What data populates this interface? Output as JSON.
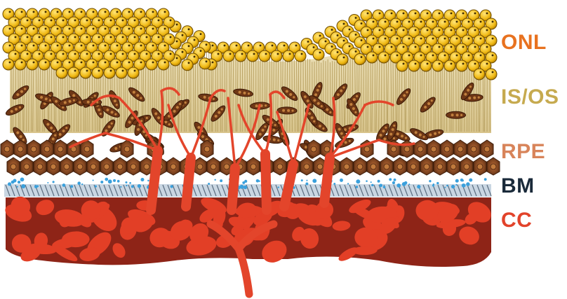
{
  "labels": {
    "onl": "ONL",
    "isos": "IS/OS",
    "rpe": "RPE",
    "bm": "BM",
    "cc": "CC"
  },
  "colors": {
    "onl": "#e8721f",
    "isos": "#c6aa4f",
    "rpe": "#d8845a",
    "bm": "#1a2a3a",
    "cc": "#e2432a",
    "nucleus": "#f2c21c",
    "rod": "#d9c99a",
    "rpe_cell": "#8a4a25",
    "bm_band": "#9ab0c4",
    "deposit": "#3aa0dc",
    "choroid": "#8e2417",
    "vessel": "#e3452b"
  }
}
